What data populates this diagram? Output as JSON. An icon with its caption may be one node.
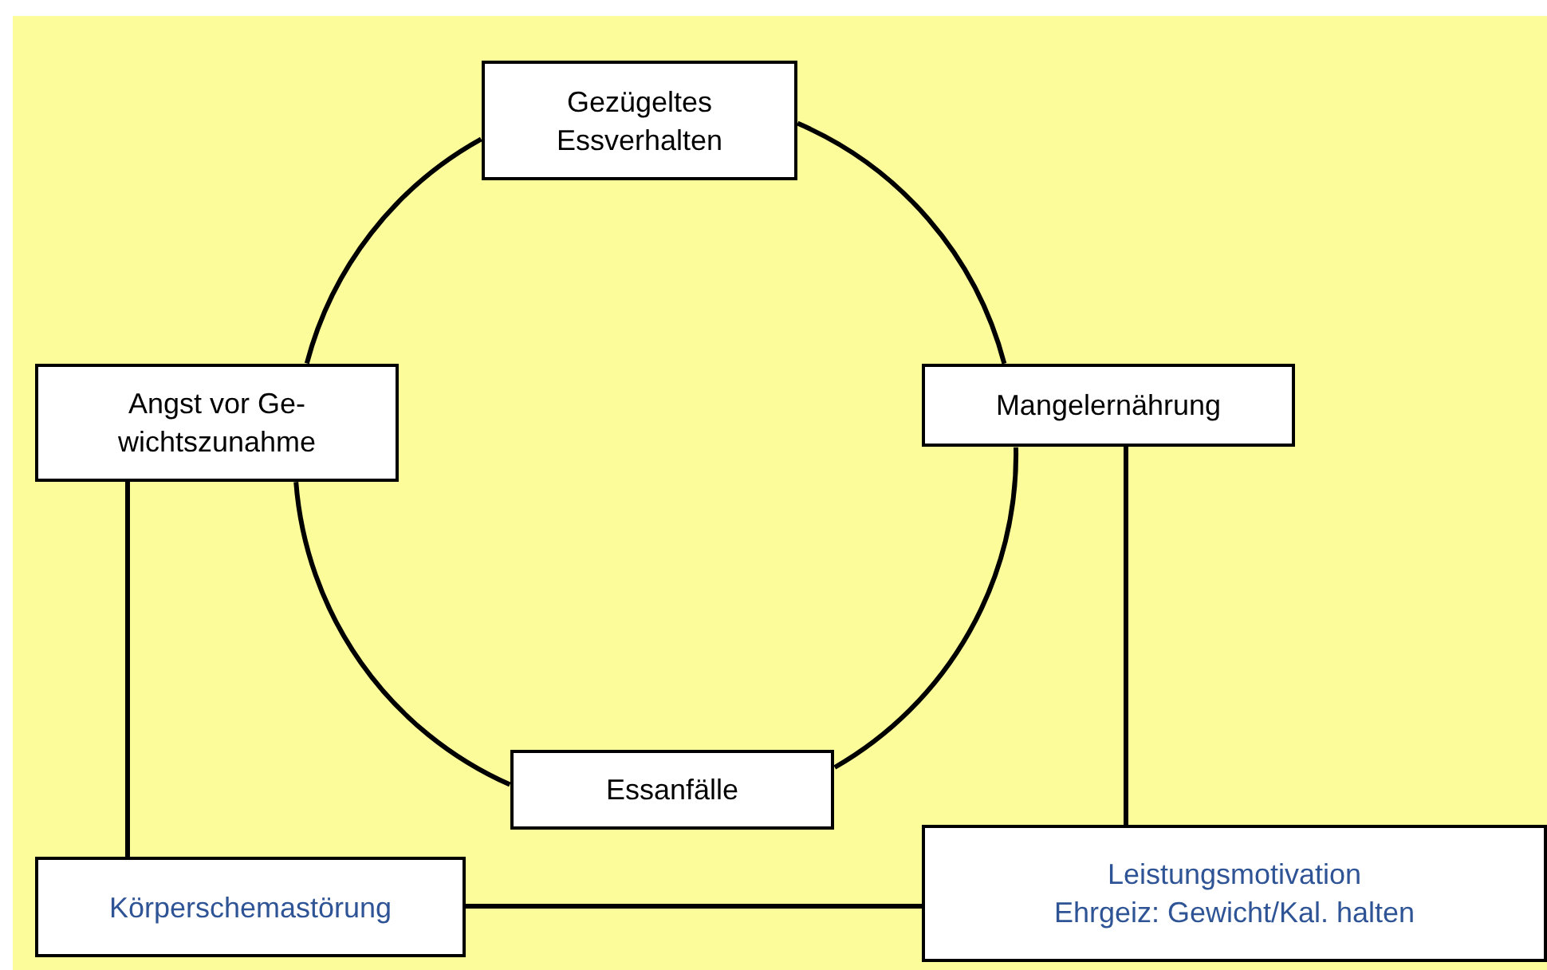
{
  "diagram": {
    "nodes": [
      {
        "text": [
          "Gezügeltes Essverhalten"
        ]
      },
      {
        "text": [
          "Mangelernährung"
        ]
      },
      {
        "text": [
          "Essanfälle"
        ]
      },
      {
        "text": [
          "Angst vor Ge- wichtszunahme"
        ]
      },
      {
        "text": [
          "Körperschemastörung"
        ]
      },
      {
        "text": [
          "Leistungsmotivation",
          "Ehrgeiz: Gewicht/Kal. halten"
        ]
      }
    ],
    "edges": [
      {
        "from": 0,
        "to": 1,
        "arrow": "none"
      },
      {
        "from": 1,
        "to": 2,
        "arrow": "none"
      },
      {
        "from": 2,
        "to": 3,
        "arrow": "none"
      },
      {
        "from": 3,
        "to": 0,
        "arrow": "none"
      },
      {
        "from": 3,
        "to": 4,
        "arrow": "none"
      },
      {
        "from": 4,
        "to": 5,
        "arrow": "none"
      },
      {
        "from": 1,
        "to": 5,
        "arrow": "none"
      }
    ]
  }
}
